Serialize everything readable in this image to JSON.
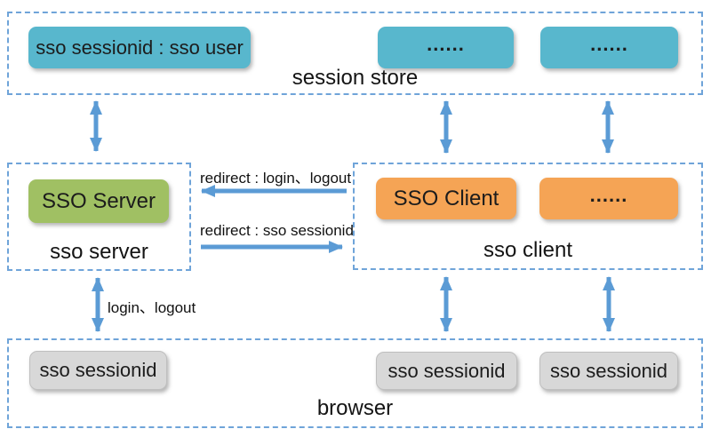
{
  "diagram": {
    "type": "sso-architecture",
    "colors": {
      "session_box": "#58b7cd",
      "server_box": "#a0c063",
      "client_box": "#f5a455",
      "cookie_box": "#d8d8d8",
      "arrow": "#5b9bd5",
      "dashed_border": "#6fa4d9",
      "text": "#1a1a1a"
    },
    "containers": {
      "session_store": {
        "label": "session store"
      },
      "sso_server": {
        "label": "sso server"
      },
      "sso_client": {
        "label": "sso client"
      },
      "browser": {
        "label": "browser"
      }
    },
    "nodes": {
      "session_entry": "sso sessionid : sso user",
      "session_more_1": "......",
      "session_more_2": "......",
      "server": "SSO Server",
      "client": "SSO Client",
      "client_more": "......",
      "cookie_1": "sso sessionid",
      "cookie_2": "sso sessionid",
      "cookie_3": "sso sessionid"
    },
    "edges": [
      {
        "between": [
          "sso server",
          "session store"
        ],
        "direction": "both",
        "label": ""
      },
      {
        "between": [
          "sso client",
          "session store"
        ],
        "direction": "both",
        "label": ""
      },
      {
        "between": [
          "sso client (......)",
          "session store"
        ],
        "direction": "both",
        "label": ""
      },
      {
        "from": "sso client",
        "to": "sso server",
        "direction": "left",
        "label": "redirect : login、logout"
      },
      {
        "from": "sso server",
        "to": "sso client",
        "direction": "right",
        "label": "redirect : sso sessionid"
      },
      {
        "between": [
          "sso server",
          "browser"
        ],
        "direction": "both",
        "label": "login、logout"
      },
      {
        "between": [
          "sso client",
          "browser"
        ],
        "direction": "both",
        "label": ""
      },
      {
        "between": [
          "sso client (......)",
          "browser"
        ],
        "direction": "both",
        "label": ""
      }
    ]
  }
}
